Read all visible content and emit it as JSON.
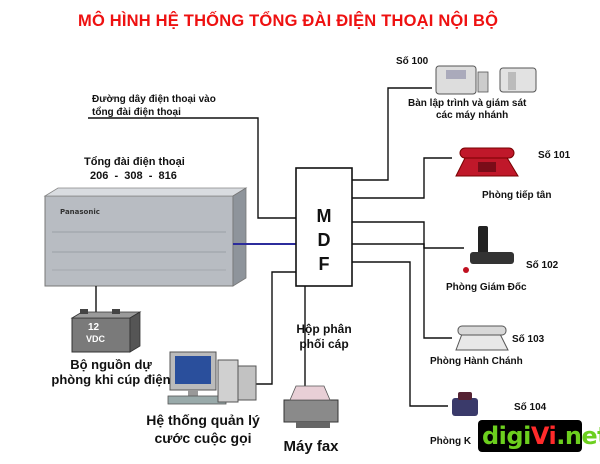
{
  "title": "MÔ HÌNH HỆ THỐNG TỔNG ĐÀI ĐIỆN THOẠI NỘI BỘ",
  "incoming_line": [
    "Đường dây điện thoại vào",
    "tổng đài điện thoại"
  ],
  "pbx": {
    "label": "Tổng đài điện thoại",
    "numbers": "206  -  308  -  816"
  },
  "battery": {
    "text_line1": "12",
    "text_line2": "VDC",
    "label": [
      "Bộ nguồn dự",
      "phòng khi cúp điện"
    ]
  },
  "billing": {
    "label": [
      "Hệ thống quản lý",
      "cước cuộc gọi"
    ]
  },
  "fax": {
    "label": "Máy fax"
  },
  "mdf": {
    "letters": [
      "M",
      "D",
      "F"
    ],
    "label": [
      "Hộp phân",
      "phối cáp"
    ]
  },
  "extensions": [
    {
      "number": "Số 100",
      "label": [
        "Bàn lập trình và giám sát",
        "các máy nhánh"
      ]
    },
    {
      "number": "Số 101",
      "label": [
        "Phòng tiếp tân"
      ]
    },
    {
      "number": "Số 102",
      "label": [
        "Phòng Giám Đốc"
      ]
    },
    {
      "number": "Số 103",
      "label": [
        "Phòng Hành Chánh"
      ]
    },
    {
      "number": "Số 104",
      "label": [
        "Phòng K"
      ]
    }
  ],
  "brand": {
    "part1": "digi",
    "part2": "Vi",
    "part3": ".net"
  },
  "colors": {
    "title": "#e11111",
    "phone_red": "#c0182a",
    "line": "#111111",
    "link_blue": "#2c2c9c",
    "logo_green": "#6ccf1e",
    "logo_red": "#ff2a2a"
  }
}
